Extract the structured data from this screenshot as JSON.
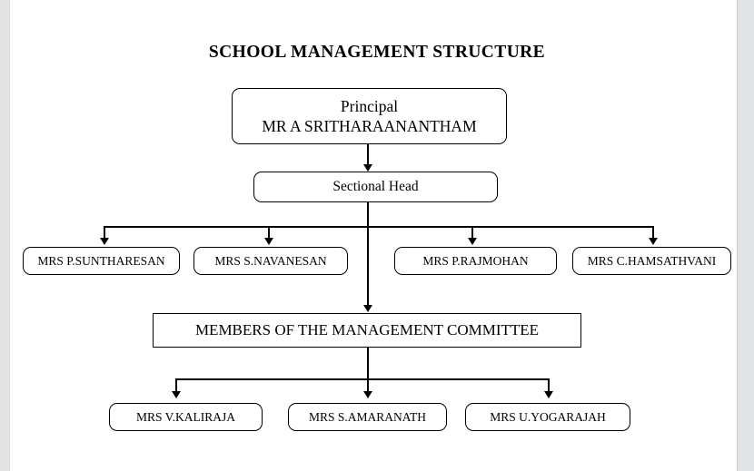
{
  "document": {
    "title": "SCHOOL MANAGEMENT STRUCTURE",
    "page_background": "#ffffff",
    "surround_background": "#e2e3e4",
    "line_color": "#000000",
    "text_color": "#000000"
  },
  "chart_data": {
    "type": "diagram",
    "diagram_type": "organizational-chart",
    "title": "SCHOOL MANAGEMENT STRUCTURE",
    "orientation": "top-down",
    "levels": [
      {
        "level": 1,
        "nodes": [
          {
            "id": "principal",
            "shape": "rounded-rectangle",
            "line1": "Principal",
            "line2": "MR A SRITHARAANANTHAM"
          }
        ]
      },
      {
        "level": 2,
        "nodes": [
          {
            "id": "sectional-head",
            "shape": "rounded-rectangle",
            "label": "Sectional Head"
          }
        ]
      },
      {
        "level": 3,
        "nodes": [
          {
            "id": "sh-0",
            "shape": "rounded-rectangle",
            "label": "MRS P.SUNTHARESAN"
          },
          {
            "id": "sh-1",
            "shape": "rounded-rectangle",
            "label": "MRS S.NAVANESAN"
          },
          {
            "id": "sh-2",
            "shape": "rounded-rectangle",
            "label": "MRS P.RAJMOHAN"
          },
          {
            "id": "sh-3",
            "shape": "rounded-rectangle",
            "label": "MRS C.HAMSATHVANI"
          }
        ]
      },
      {
        "level": 4,
        "nodes": [
          {
            "id": "committee",
            "shape": "rectangle",
            "label": "MEMBERS OF THE MANAGEMENT COMMITTEE"
          }
        ]
      },
      {
        "level": 5,
        "nodes": [
          {
            "id": "mc-0",
            "shape": "rounded-rectangle",
            "label": "MRS V.KALIRAJA"
          },
          {
            "id": "mc-1",
            "shape": "rounded-rectangle",
            "label": "MRS S.AMARANATH"
          },
          {
            "id": "mc-2",
            "shape": "rounded-rectangle",
            "label": "MRS U.YOGARAJAH"
          }
        ]
      }
    ],
    "edges": [
      {
        "from": "principal",
        "to": "sectional-head",
        "style": "arrow"
      },
      {
        "from": "sectional-head",
        "to": "sh-0",
        "style": "arrow"
      },
      {
        "from": "sectional-head",
        "to": "sh-1",
        "style": "arrow"
      },
      {
        "from": "sectional-head",
        "to": "sh-2",
        "style": "arrow"
      },
      {
        "from": "sectional-head",
        "to": "sh-3",
        "style": "arrow"
      },
      {
        "from": "sectional-head",
        "to": "committee",
        "style": "arrow"
      },
      {
        "from": "committee",
        "to": "mc-0",
        "style": "arrow"
      },
      {
        "from": "committee",
        "to": "mc-1",
        "style": "arrow"
      },
      {
        "from": "committee",
        "to": "mc-2",
        "style": "arrow"
      }
    ]
  }
}
